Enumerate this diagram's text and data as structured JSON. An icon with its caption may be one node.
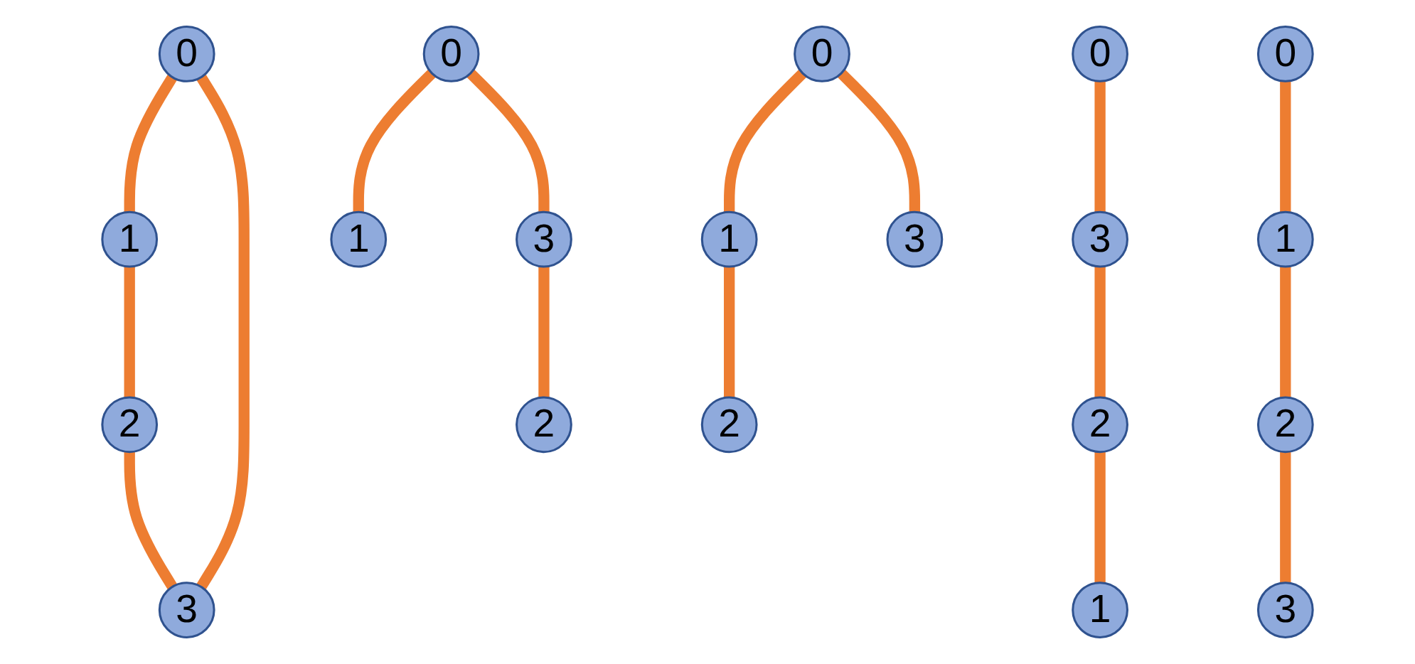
{
  "diagram": {
    "nodes": [
      {
        "text": [
          "0"
        ]
      },
      {
        "text": [
          "1"
        ]
      },
      {
        "text": [
          "3"
        ]
      },
      {
        "text": [
          "2"
        ]
      },
      {
        "text": [
          "0"
        ]
      },
      {
        "text": [
          "1"
        ]
      },
      {
        "text": [
          "3"
        ]
      },
      {
        "text": [
          "2"
        ]
      },
      {
        "text": [
          "0"
        ]
      },
      {
        "text": [
          "1"
        ]
      },
      {
        "text": [
          "3"
        ]
      },
      {
        "text": [
          "2"
        ]
      },
      {
        "text": [
          "0"
        ]
      },
      {
        "text": [
          "1"
        ]
      },
      {
        "text": [
          "3"
        ]
      },
      {
        "text": [
          "2"
        ]
      },
      {
        "text": [
          "0"
        ]
      },
      {
        "text": [
          "1"
        ]
      },
      {
        "text": [
          "3"
        ]
      },
      {
        "text": [
          "2"
        ]
      }
    ],
    "edges": [
      {
        "from": 0,
        "to": 1,
        "arrow": "none"
      },
      {
        "from": 1,
        "to": 3,
        "arrow": "none"
      },
      {
        "from": 3,
        "to": 2,
        "arrow": "none"
      },
      {
        "from": 2,
        "to": 0,
        "arrow": "none"
      },
      {
        "from": 4,
        "to": 6,
        "arrow": "none"
      },
      {
        "from": 6,
        "to": 7,
        "arrow": "none"
      },
      {
        "from": 7,
        "to": 5,
        "arrow": "none"
      },
      {
        "from": 8,
        "to": 9,
        "arrow": "none"
      },
      {
        "from": 8,
        "to": 10,
        "arrow": "none"
      },
      {
        "from": 10,
        "to": 11,
        "arrow": "none"
      },
      {
        "from": 12,
        "to": 13,
        "arrow": "none"
      },
      {
        "from": 12,
        "to": 14,
        "arrow": "none"
      },
      {
        "from": 13,
        "to": 15,
        "arrow": "none"
      },
      {
        "from": 16,
        "to": 17,
        "arrow": "none"
      },
      {
        "from": 17,
        "to": 19,
        "arrow": "none"
      },
      {
        "from": 19,
        "to": 18,
        "arrow": "none"
      }
    ]
  }
}
